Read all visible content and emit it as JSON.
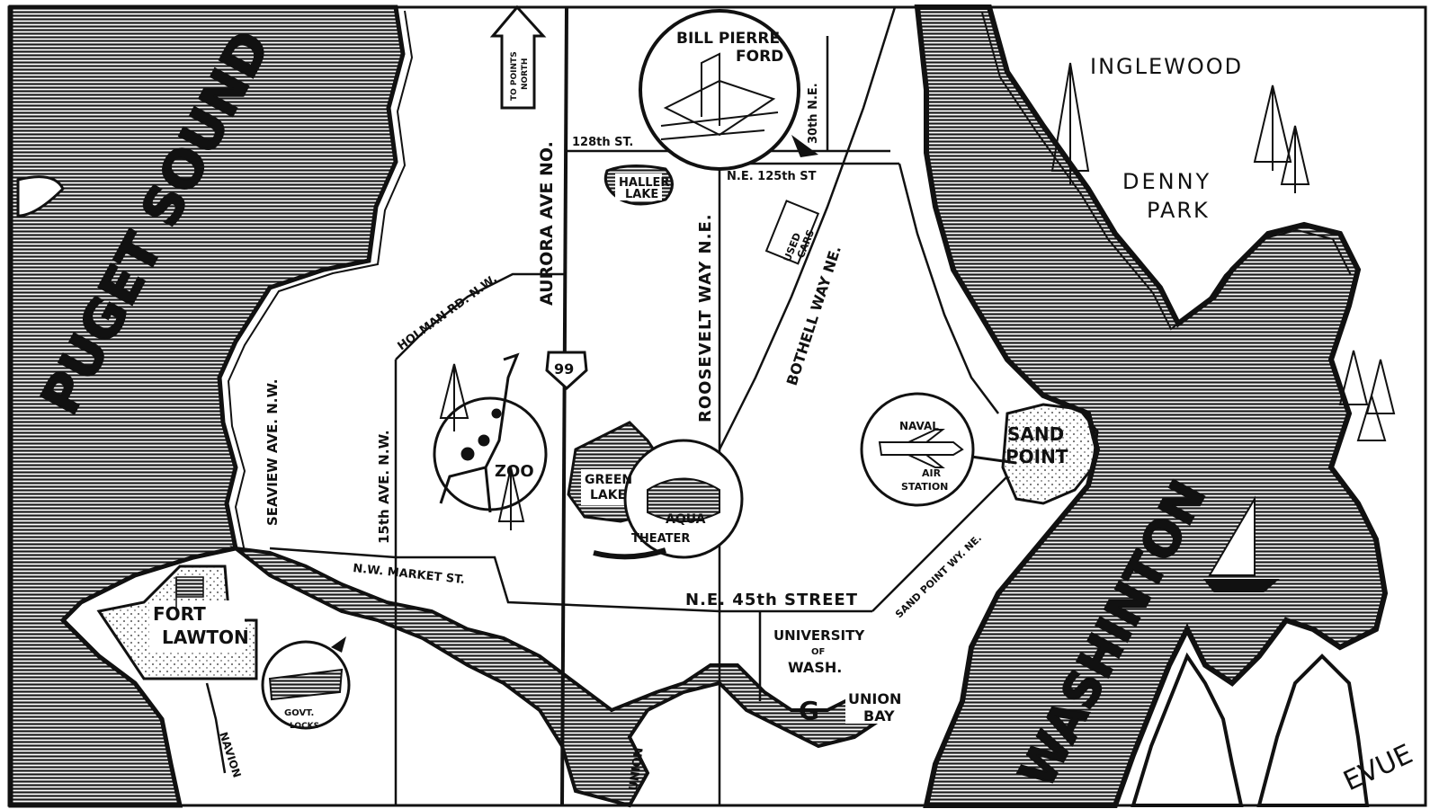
{
  "water_labels": {
    "puget_sound": "PUGET SOUND",
    "lake_washington": "WASHINTON",
    "bellevue_fragment": "EVUE"
  },
  "places": {
    "inglewood": "INGLEWOOD",
    "denny_park_1": "DENNY",
    "denny_park_2": "PARK",
    "haller_lake_1": "HALLER",
    "haller_lake_2": "LAKE",
    "green_lake_1": "GREEN",
    "green_lake_2": "LAKE",
    "aqua_theater_1": "AQUA",
    "aqua_theater_2": "THEATER",
    "zoo": "ZOO",
    "sand_point_1": "SAND",
    "sand_point_2": "POINT",
    "fort_lawton_1": "FORT",
    "fort_lawton_2": "LAWTON",
    "union_bay_1": "UNION",
    "union_bay_2": "BAY",
    "university_1": "UNIVERSITY",
    "university_2": "OF",
    "university_3": "WASH."
  },
  "landmarks": {
    "dealer_1": "BILL PIERRE",
    "dealer_2": "FORD",
    "used_cars_1": "USED",
    "used_cars_2": "CARS",
    "naval_1": "NAVAL",
    "naval_2": "AIR",
    "naval_3": "STATION",
    "locks_1": "GOVT.",
    "locks_2": "LOCKS",
    "north_arrow_1": "TO POINTS",
    "north_arrow_2": "NORTH",
    "highway_shield": "99"
  },
  "streets": {
    "aurora": "AURORA AVE NO.",
    "st_128": "128th ST.",
    "ne_125": "N.E. 125th ST",
    "ne_30": "30th N.E.",
    "roosevelt": "ROOSEVELT WAY N.E.",
    "bothell": "BOTHELL WAY NE.",
    "holman": "HOLMAN RD. N.W.",
    "seaview": "SEAVIEW AVE. N.W.",
    "ave_15": "15th AVE. N.W.",
    "market": "N.W. MARKET ST.",
    "ne_45": "N.E. 45th STREET",
    "sand_point_way": "SAND POINT WY. NE.",
    "fragment_union": "UNION",
    "fragment_ave": "NAVION"
  },
  "colors": {
    "ink": "#111111",
    "water_hatch": "#1a1a1a",
    "paper": "#ffffff"
  }
}
